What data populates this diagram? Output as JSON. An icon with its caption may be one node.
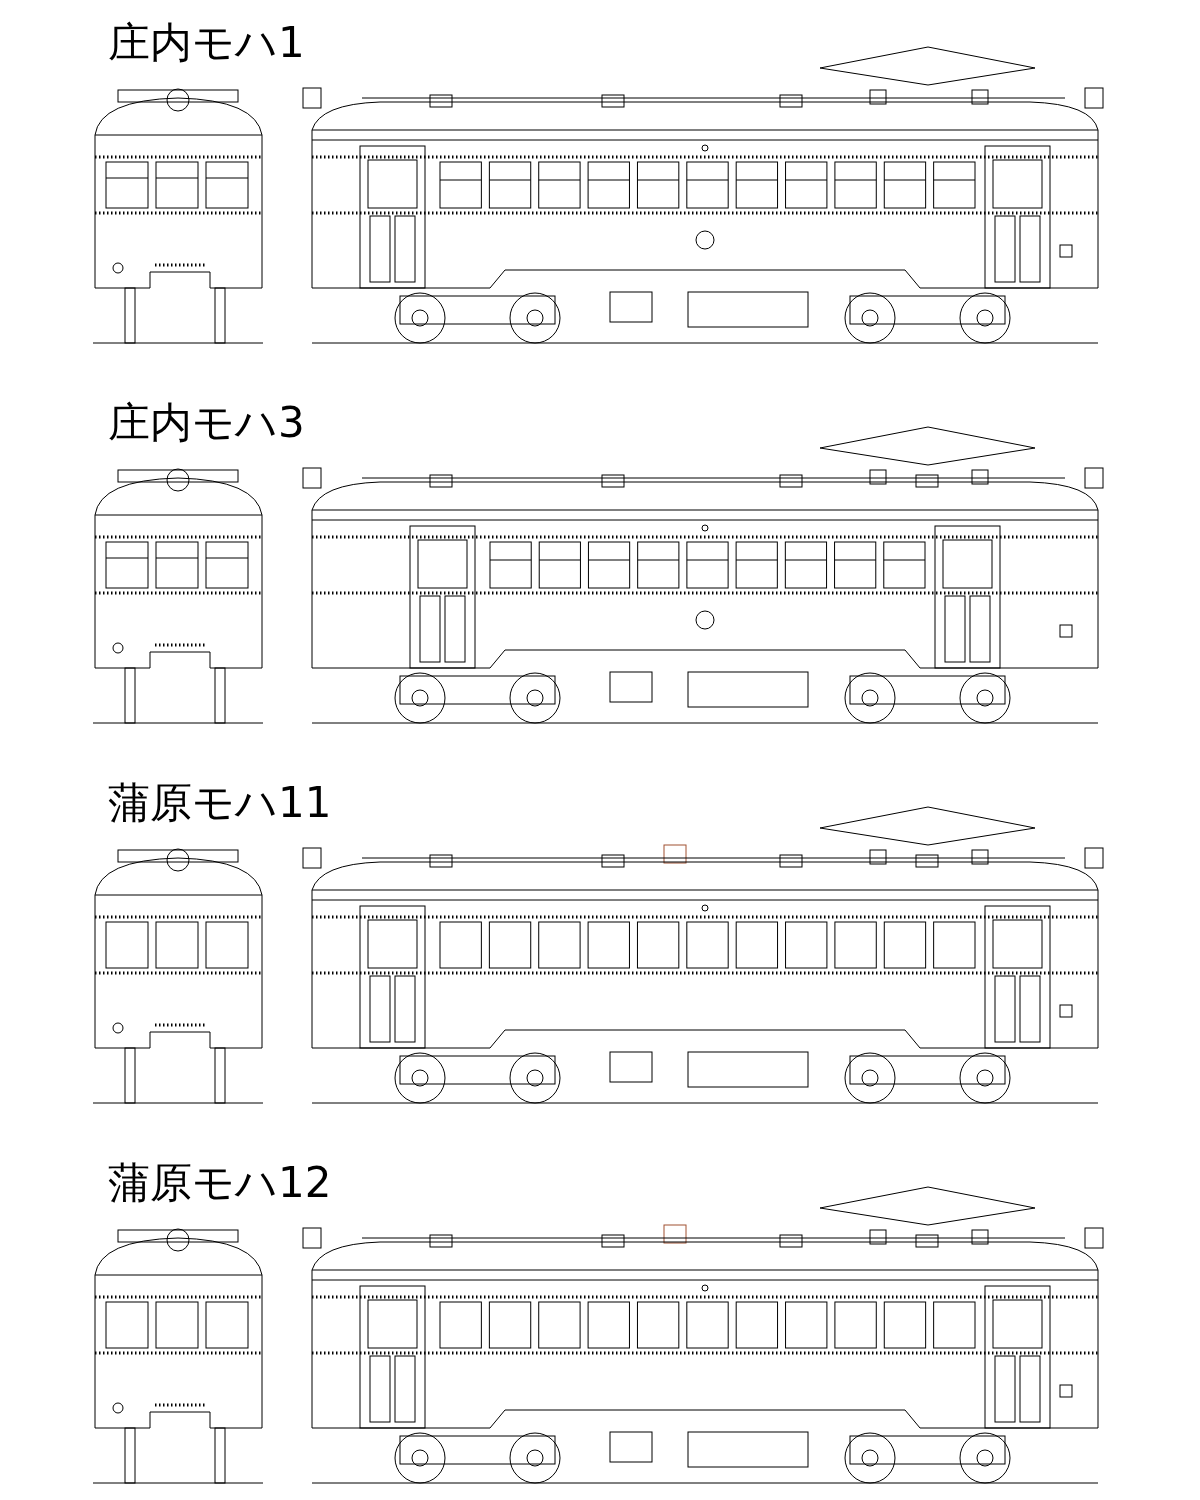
{
  "diagram": {
    "labels": [
      "庄内モハ1",
      "庄内モハ3",
      "蒲原モハ11",
      "蒲原モハ12"
    ]
  }
}
